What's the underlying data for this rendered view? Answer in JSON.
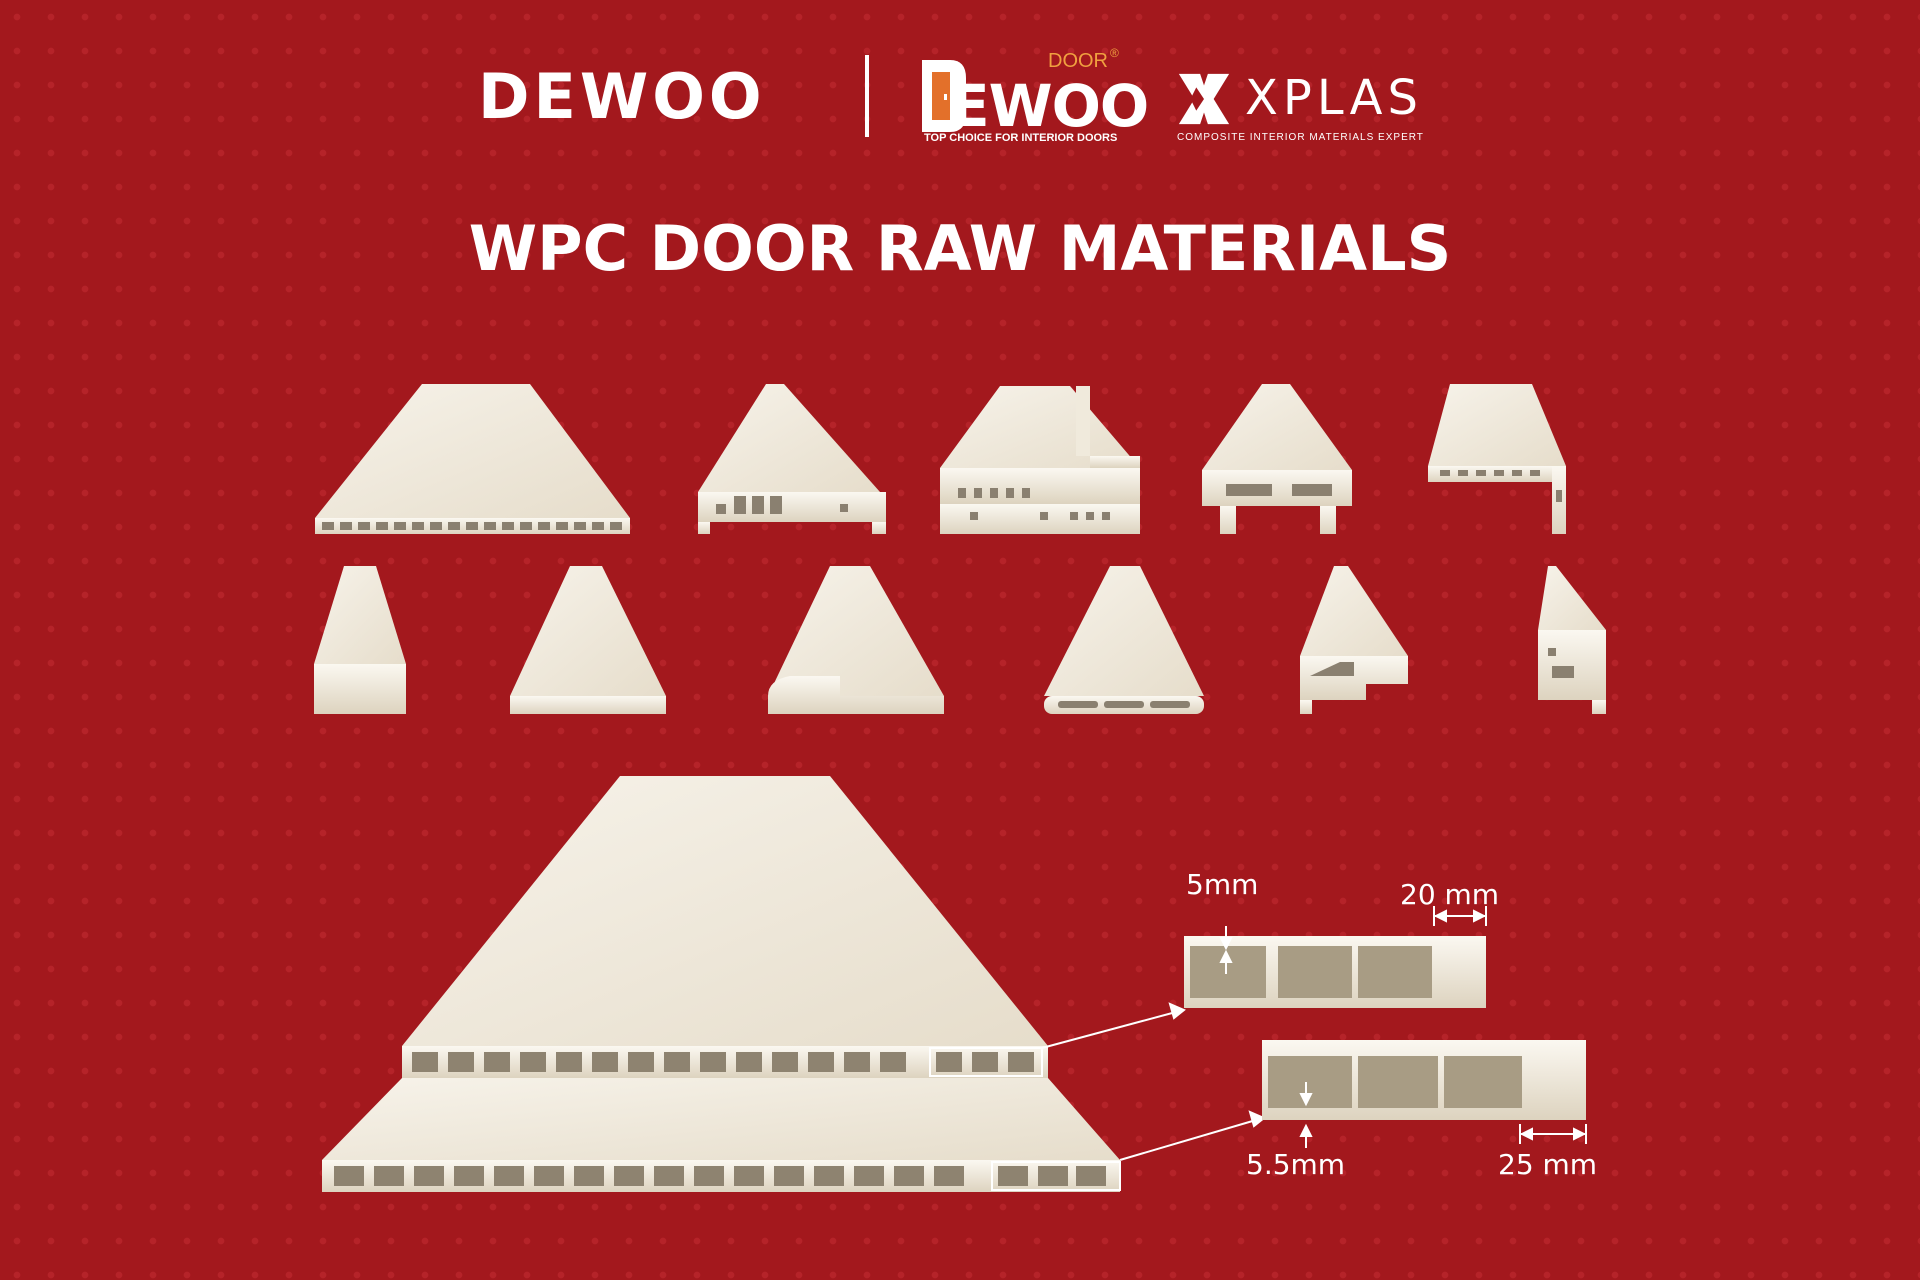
{
  "header": {
    "brand1": "DEWOO",
    "brand2": {
      "word": "EWOO",
      "door": "DOOR",
      "reg": "®",
      "tagline": "TOP CHOICE FOR INTERIOR DOORS"
    },
    "brand3": {
      "word": "XPLAS",
      "tagline": "COMPOSITE INTERIOR MATERIALS EXPERT"
    }
  },
  "title": "WPC DOOR RAW MATERIALS",
  "dimensions": {
    "top_wall": "5mm",
    "top_edge": "20 mm",
    "bottom_wall": "5.5mm",
    "bottom_edge": "25 mm"
  },
  "colors": {
    "background": "#a3181d",
    "profile": "#efe9dd",
    "text": "#ffffff"
  }
}
